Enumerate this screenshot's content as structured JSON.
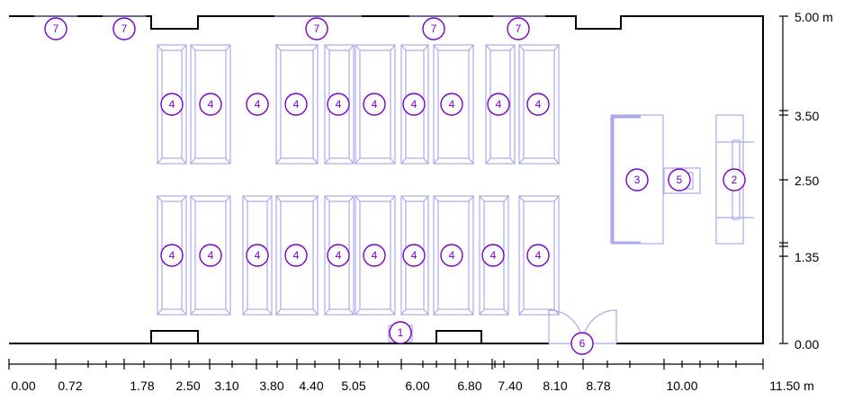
{
  "colors": {
    "wall": "#000000",
    "furniture": "#a9a9ee",
    "tag": "#7a00cc"
  },
  "x_scale": {
    "unit": "m",
    "labels": [
      "0.00",
      "0.72",
      "1.78",
      "2.50",
      "3.10",
      "3.80",
      "4.40",
      "5.05",
      "6.00",
      "6.80",
      "7.40",
      "8.10",
      "8.78",
      "10.00",
      "11.50 m"
    ]
  },
  "y_scale": {
    "labels": [
      "5.00 m",
      "3.50",
      "2.50",
      "1.35",
      "0.00"
    ]
  },
  "tags": {
    "top_windows": [
      "7",
      "7",
      "7",
      "7",
      "7"
    ],
    "desks_top": [
      "4",
      "4",
      "4",
      "4",
      "4",
      "4",
      "4",
      "4",
      "4",
      "4"
    ],
    "desks_bottom": [
      "4",
      "4",
      "4",
      "4",
      "4",
      "4",
      "4",
      "4",
      "4",
      "4"
    ],
    "lectern": "3",
    "projector": "5",
    "board": "2",
    "socket": "1",
    "door": "6"
  }
}
